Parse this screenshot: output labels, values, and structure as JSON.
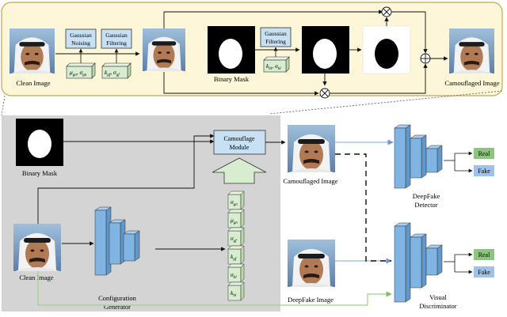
{
  "colors": {
    "top_panel_fill": "#fdf6d8",
    "top_panel_stroke": "#c9a64a",
    "gray_panel": "#d4d4d4",
    "box_blue": "#c7e0f4",
    "box_green": "#d8ecd0",
    "net_blue": "#7fb4e3",
    "real_green": "#8cc67e",
    "fake_blue": "#9ec3ea",
    "link_blue": "#9ab8e8",
    "link_green": "#9fd08a"
  },
  "icons": {
    "face": "face-photo-icon",
    "multiply": "multiply-circle-icon",
    "add": "add-circle-icon",
    "up_arrow": "up-arrow-icon"
  },
  "top": {
    "gaussian_noising": [
      "Gaussian",
      "Noising"
    ],
    "gaussian_filtering": [
      "Gaussian",
      "Filtering"
    ],
    "gaussian_filtering_2": [
      "Gaussian",
      "Filtering"
    ],
    "noise_params": {
      "mu": "μ",
      "mu_sub": "gn",
      "sigma": "σ",
      "sigma_sub": "gn"
    },
    "filter_params": {
      "k": "k",
      "k_sub": "gf",
      "sigma": "σ",
      "sigma_sub": "gf"
    },
    "blur_params": {
      "k": "k",
      "k_sub": "bl",
      "sigma": "σ",
      "sigma_sub": "bl"
    },
    "clean_image_label": "Clean Image",
    "binary_mask_label": "Binary Mask",
    "camouflaged_label": "Camouflaged Image"
  },
  "bottom": {
    "binary_mask_label": "Binary Mask",
    "camouflage_module": [
      "Camouflage",
      "Module"
    ],
    "camouflaged_label": "Camouflaged Image",
    "clean_image_label": "Clean Image",
    "config_generator": [
      "Configuration",
      "Generator"
    ],
    "params": [
      {
        "sym": "σ",
        "sub": "gn"
      },
      {
        "sym": "μ",
        "sub": "gn"
      },
      {
        "sym": "σ",
        "sub": "gf"
      },
      {
        "sym": "k",
        "sub": "gf"
      },
      {
        "sym": "σ",
        "sub": "bl"
      },
      {
        "sym": "k",
        "sub": "bl"
      }
    ],
    "deepfake_image_label": "DeepFake Image",
    "detector_label": [
      "DeepFake",
      "Detector"
    ],
    "discriminator_label": [
      "Visual",
      "Discriminator"
    ],
    "real": "Real",
    "fake": "Fake",
    "real2": "Real",
    "fake2": "Fake"
  }
}
